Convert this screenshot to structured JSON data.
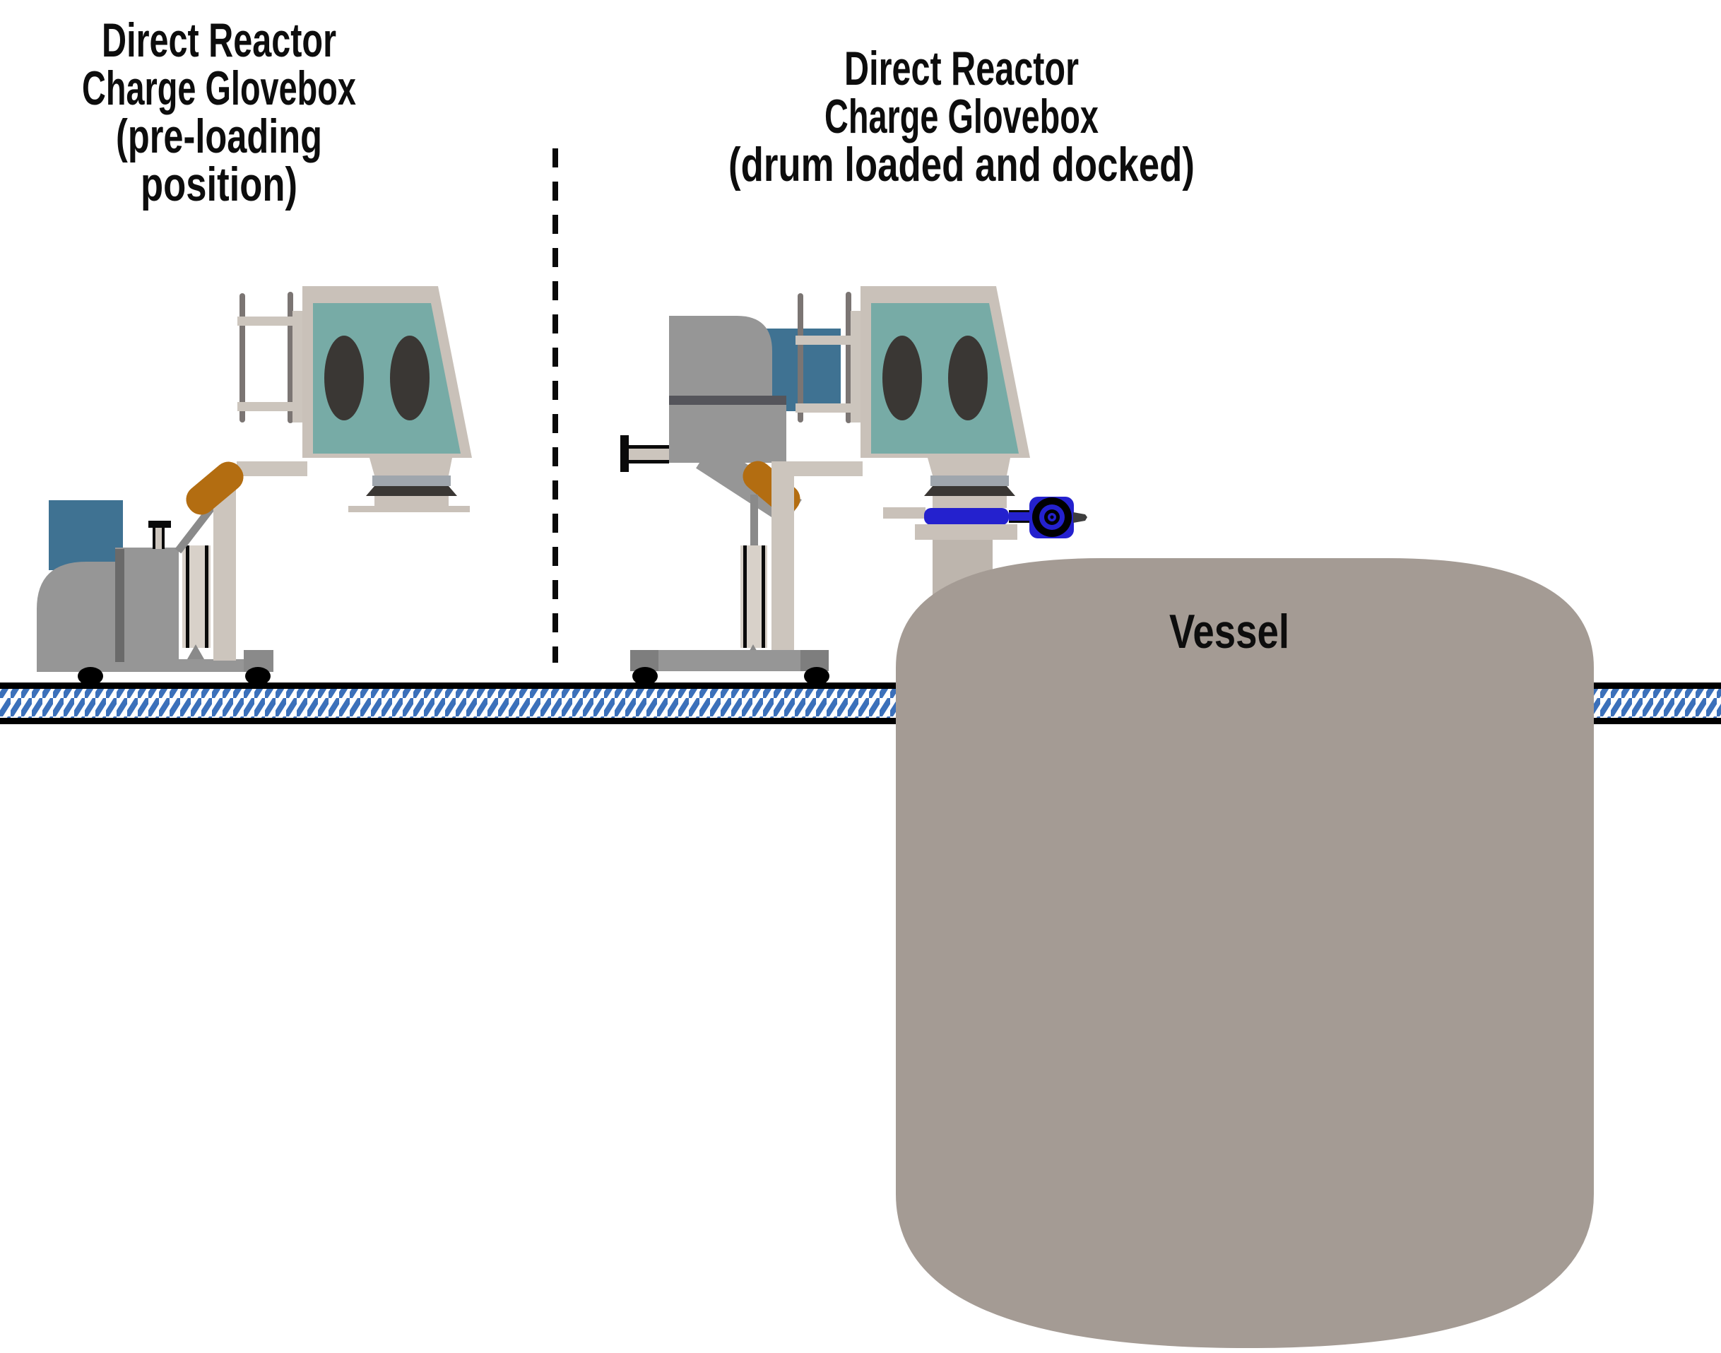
{
  "diagram": {
    "left_title": {
      "lines": [
        "Direct Reactor",
        "Charge Glovebox",
        "(pre-loading",
        "position)"
      ]
    },
    "right_title": {
      "lines": [
        "Direct Reactor",
        "Charge Glovebox",
        "(drum loaded and docked)"
      ]
    },
    "vessel_label": "Vessel",
    "colors": {
      "glovebox_teal": "#77aba6",
      "glove_port_dark": "#3a3734",
      "frame_beige": "#c9c1b9",
      "carriage_beige": "#d8d1c9",
      "cart_gray": "#969696",
      "cart_stripe_dark": "#6a6a6a",
      "drum_blue": "#3f7292",
      "handle_orange": "#b36d11",
      "valve_blue": "#2421ce",
      "vessel_gray": "#a49b94",
      "floor_hatch_blue": "#3b70ba",
      "band_gray_blue": "#9fa6ad",
      "clamp_dark": "#3a3734"
    }
  }
}
